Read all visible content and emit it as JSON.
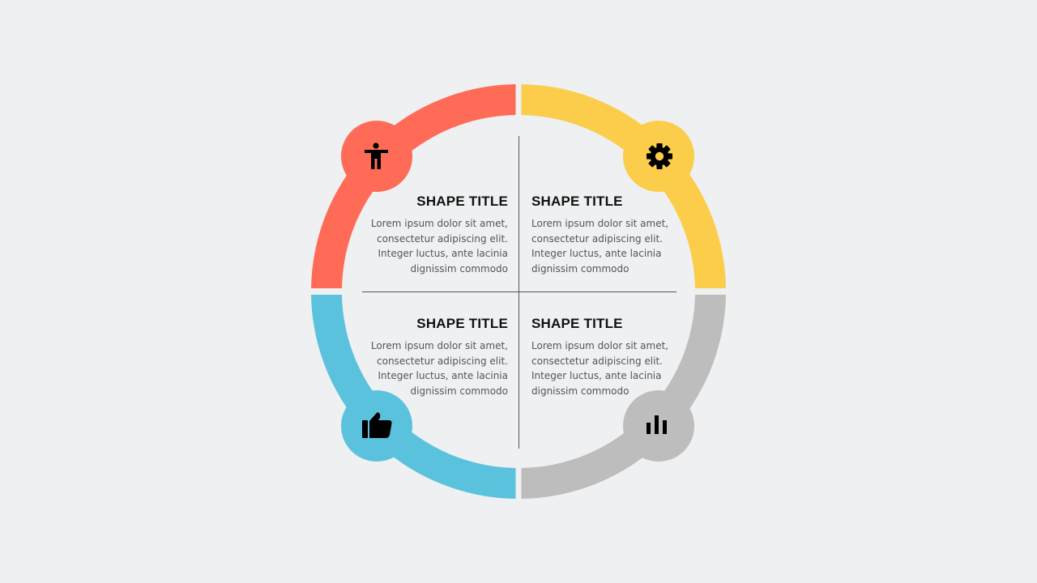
{
  "colors": {
    "background": "#eef0f1",
    "segment_top_left": "#ff6b57",
    "segment_top_right": "#fbcd4a",
    "segment_bottom_left": "#5bc2de",
    "segment_bottom_right": "#bdbdbd",
    "divider": "#555555",
    "icon": "#000000"
  },
  "quadrants": [
    {
      "title": "SHAPE TITLE",
      "body": [
        "Lorem ipsum dolor sit amet,",
        "consectetur adipiscing elit.",
        "Integer luctus, ante lacinia",
        "dignissim commodo"
      ],
      "icon": "accessibility-person-icon"
    },
    {
      "title": "SHAPE TITLE",
      "body": [
        "Lorem ipsum dolor sit amet,",
        "consectetur adipiscing elit.",
        "Integer luctus, ante lacinia",
        "dignissim commodo"
      ],
      "icon": "gear-icon"
    },
    {
      "title": "SHAPE TITLE",
      "body": [
        "Lorem ipsum dolor sit amet,",
        "consectetur adipiscing elit.",
        "Integer luctus, ante lacinia",
        "dignissim commodo"
      ],
      "icon": "thumbs-up-icon"
    },
    {
      "title": "SHAPE TITLE",
      "body": [
        "Lorem ipsum dolor sit amet,",
        "consectetur adipiscing elit.",
        "Integer luctus, ante lacinia",
        "dignissim commodo"
      ],
      "icon": "bar-chart-icon"
    }
  ]
}
